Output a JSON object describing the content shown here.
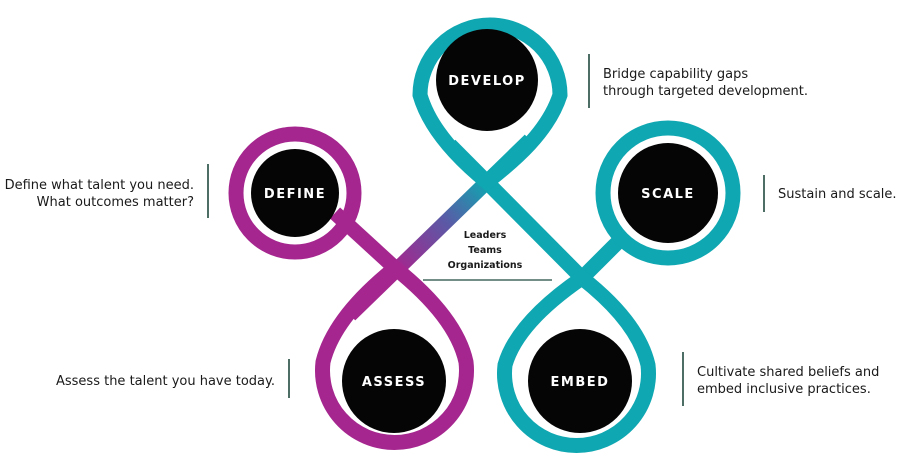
{
  "colors": {
    "magenta": "#a5268e",
    "teal": "#0fa7b1",
    "node_fill": "#050505",
    "divider": "#1f4a3d"
  },
  "center": {
    "lines": [
      "Leaders",
      "Teams",
      "Organizations"
    ]
  },
  "nodes": {
    "develop": {
      "label": "DEVELOP",
      "desc": [
        "Bridge capability gaps",
        "through targeted development."
      ]
    },
    "define": {
      "label": "DEFINE",
      "desc": [
        "Define what talent you need.",
        "What outcomes matter?"
      ]
    },
    "scale": {
      "label": "SCALE",
      "desc": [
        "Sustain and scale."
      ]
    },
    "assess": {
      "label": "ASSESS",
      "desc": [
        "Assess the talent you have today."
      ]
    },
    "embed": {
      "label": "EMBED",
      "desc": [
        "Cultivate shared beliefs and",
        "embed inclusive practices."
      ]
    }
  }
}
